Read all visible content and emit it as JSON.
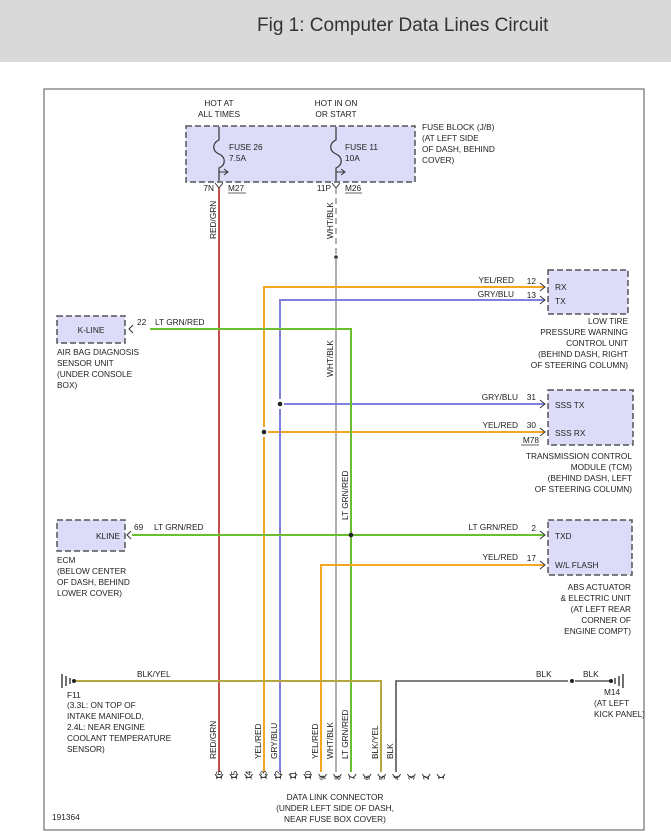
{
  "header": {
    "title": "Fig 1: Computer Data Lines Circuit"
  },
  "colors": {
    "wire_red_grn": "#c0504d",
    "wire_lt_grn_red": "#6bbf2e",
    "wire_yel_red": "#f5a623",
    "wire_gry_blu": "#8080e0",
    "wire_wht_blk": "#b0b0b0",
    "wire_blk_yel": "#b5a642",
    "wire_blk": "#555555",
    "box_fill": "#dcdcf8",
    "header_bg": "#d9d9d9"
  },
  "fuse_block": {
    "hot_always": [
      "HOT AT",
      "ALL TIMES"
    ],
    "hot_run": [
      "HOT IN ON",
      "OR START"
    ],
    "fuse26": [
      "FUSE 26",
      "7.5A"
    ],
    "fuse11": [
      "FUSE 11",
      "10A"
    ],
    "label": [
      "FUSE BLOCK (J/B)",
      "(AT LEFT SIDE",
      "OF DASH, BEHIND",
      "COVER)"
    ],
    "pin_left": "7N",
    "conn_left": "M27",
    "pin_right": "11P",
    "conn_right": "M26"
  },
  "wire_labels": {
    "red_grn": "RED/GRN",
    "wht_blk": "WHT/BLK",
    "lt_grn_red": "LT GRN/RED",
    "yel_red": "YEL/RED",
    "gry_blu": "GRY/BLU",
    "blk_yel": "BLK/YEL",
    "blk": "BLK"
  },
  "tire_unit": {
    "rx": "RX",
    "tx": "TX",
    "pin_rx": "12",
    "pin_tx": "13",
    "label": [
      "LOW TIRE",
      "PRESSURE WARNING",
      "CONTROL UNIT",
      "(BEHIND DASH, RIGHT",
      "OF STEERING COLUMN)"
    ]
  },
  "airbag": {
    "kline": "K-LINE",
    "pin": "22",
    "label": [
      "AIR BAG DIAGNOSIS",
      "SENSOR UNIT",
      "(UNDER CONSOLE",
      "BOX)"
    ]
  },
  "tcm": {
    "sss_tx": "SSS TX",
    "sss_rx": "SSS RX",
    "pin_tx": "31",
    "pin_rx": "30",
    "conn": "M78",
    "label": [
      "TRANSMISSION CONTROL",
      "MODULE (TCM)",
      "(BEHIND DASH, LEFT",
      "OF STEERING COLUMN)"
    ]
  },
  "ecm": {
    "kline": "KLINE",
    "pin": "69",
    "label": [
      "ECM",
      "(BELOW CENTER",
      "OF DASH, BEHIND",
      "LOWER COVER)"
    ]
  },
  "abs": {
    "txd": "TXD",
    "wl_flash": "W/L FLASH",
    "pin_txd": "2",
    "pin_wl": "17",
    "label": [
      "ABS ACTUATOR",
      "& ELECTRIC UNIT",
      "(AT LEFT REAR",
      "CORNER OF",
      "ENGINE COMPT)"
    ]
  },
  "ground_f11": {
    "name": "F11",
    "label": [
      "(3.3L: ON TOP OF",
      "INTAKE MANIFOLD,",
      "2.4L: NEAR ENGINE",
      "COOLANT TEMPERATURE",
      "SENSOR)"
    ]
  },
  "ground_m14": {
    "name": "M14",
    "label": [
      "(AT LEFT",
      "KICK PANEL)"
    ]
  },
  "dlc": {
    "pins": [
      "16",
      "15",
      "14",
      "13",
      "12",
      "11",
      "10",
      "9",
      "8",
      "7",
      "6",
      "5",
      "4",
      "3",
      "2",
      "1"
    ],
    "label": [
      "DATA LINK CONNECTOR",
      "(UNDER LEFT SIDE OF DASH,",
      "NEAR FUSE BOX COVER)"
    ]
  },
  "figure_id": "191364"
}
